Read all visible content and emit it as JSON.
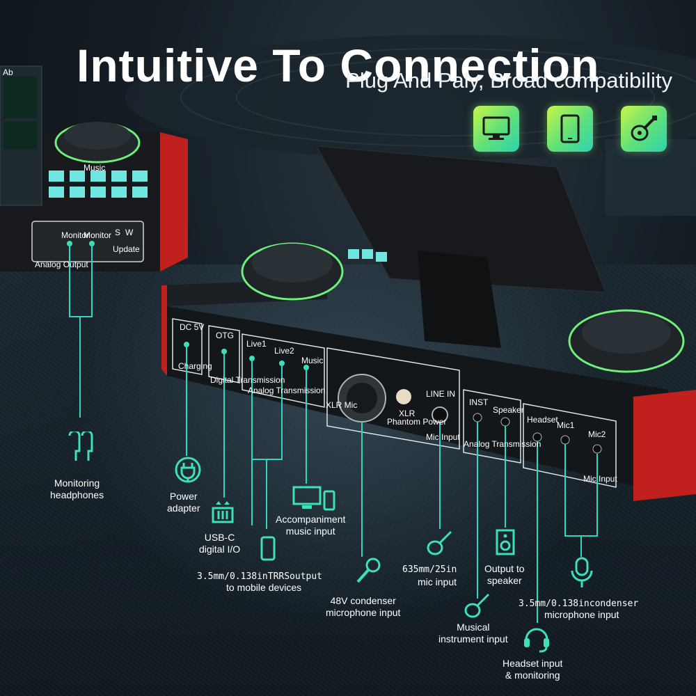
{
  "header": {
    "title": "Intuitive To Connection",
    "subtitle": "Plug And Paly, Broad compatibility"
  },
  "badges": [
    {
      "icon": "monitor-icon"
    },
    {
      "icon": "tablet-icon"
    },
    {
      "icon": "guitar-icon"
    }
  ],
  "device_left": {
    "ports": [
      "Monitor",
      "Monitor",
      "S",
      "W",
      "Update"
    ],
    "panel_label": "Analog Output",
    "screen_text": "Ab",
    "knob_label": "Music"
  },
  "device_main": {
    "ports": {
      "dc": "DC 5V",
      "dc_sub": "Charging",
      "otg": "OTG",
      "otg_sub": "Digital Transmission",
      "live1": "Live1",
      "live2": "Live2",
      "music": "Music",
      "live_sub": "Analog Transmission",
      "xlr_mic": "XLR Mic",
      "xlr": "XLR",
      "phantom": "Phantom Power",
      "line_in": "LINE IN",
      "mic_input": "Mic Input",
      "inst": "INST",
      "speaker": "Speaker",
      "analog_trans": "Analog Transmission",
      "headset": "Headset",
      "mic1": "Mic1",
      "mic2": "Mic2",
      "mic_input2": "Mic Input"
    }
  },
  "callouts": {
    "monitoring": "Monitoring\nheadphones",
    "power": "Power\nadapter",
    "usbc": "USB-C\ndigital I/O",
    "trrs": "3.5mm/0.138inTRRSoutput",
    "trrs2": "to mobile devices",
    "accomp": "Accompaniment\nmusic input",
    "condenser48": "48V condenser\nmicrophone input",
    "mic635": "635mm/25in",
    "mic635b": "mic input",
    "instrument": "Musical\ninstrument input",
    "output_speaker": "Output to\nspeaker",
    "headset": "Headset input\n& monitoring",
    "condenser35": "3.5mm/0.138incondenser",
    "condenser35b": "microphone input"
  },
  "colors": {
    "accent": "#3ee0b8",
    "line": "#2fd6c2",
    "badge_start": "#c8f54a",
    "badge_end": "#2fd3b0",
    "device_red": "#c0211e",
    "device_black": "#16191c"
  }
}
